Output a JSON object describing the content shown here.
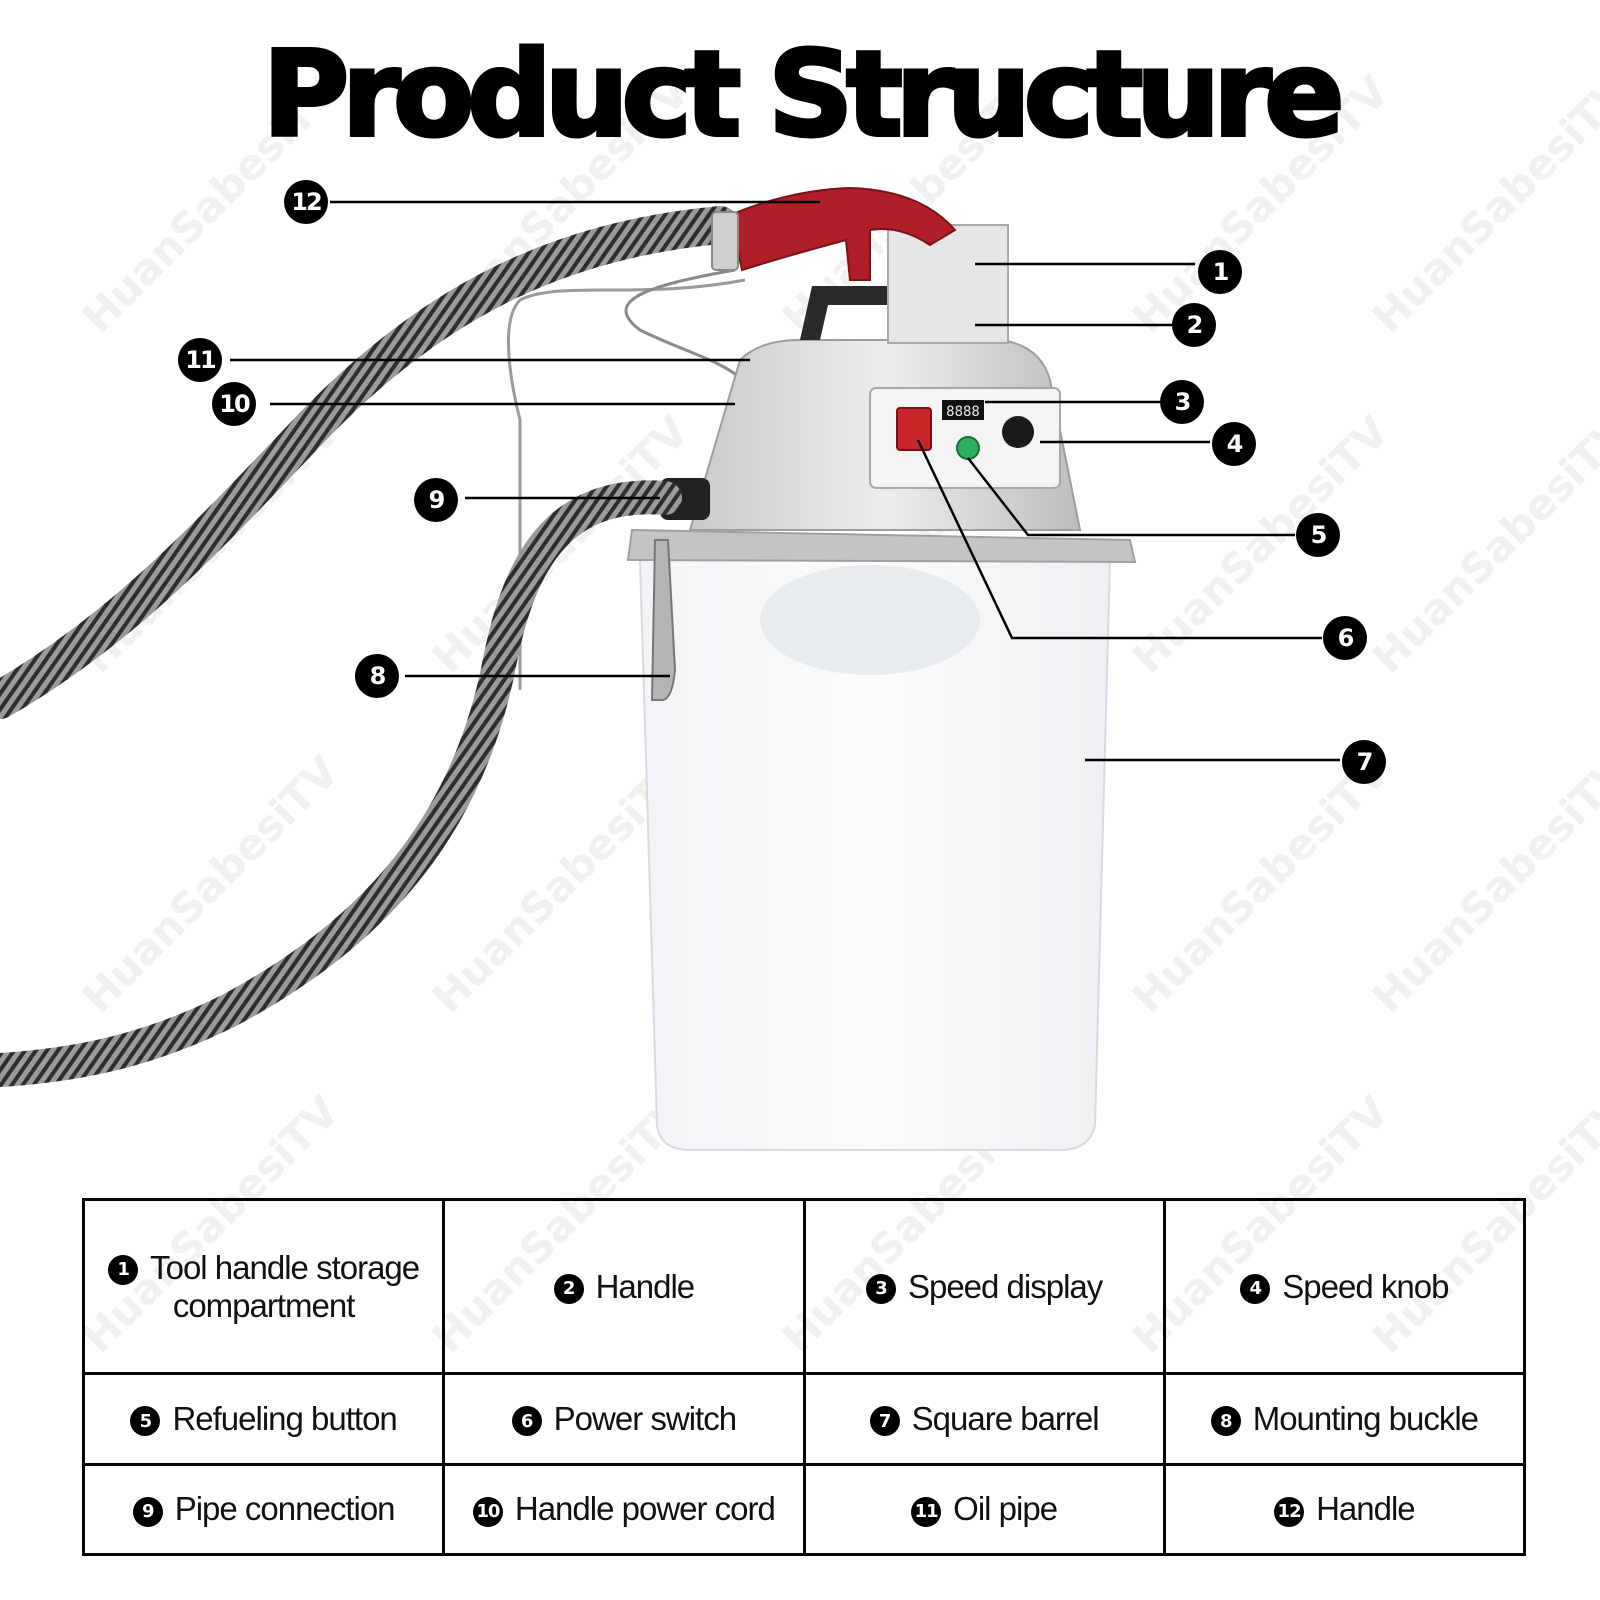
{
  "title": "Product Structure",
  "watermark": "HuanSabesiTV",
  "callouts": [
    "1",
    "2",
    "3",
    "4",
    "5",
    "6",
    "7",
    "8",
    "9",
    "10",
    "11",
    "12"
  ],
  "display_digits": "8888",
  "legend": [
    {
      "num": "1",
      "label": "Tool handle storage compartment"
    },
    {
      "num": "2",
      "label": "Handle"
    },
    {
      "num": "3",
      "label": "Speed display"
    },
    {
      "num": "4",
      "label": "Speed knob"
    },
    {
      "num": "5",
      "label": "Refueling button"
    },
    {
      "num": "6",
      "label": "Power switch"
    },
    {
      "num": "7",
      "label": "Square barrel"
    },
    {
      "num": "8",
      "label": "Mounting buckle"
    },
    {
      "num": "9",
      "label": "Pipe connection"
    },
    {
      "num": "10",
      "label": "Handle power cord"
    },
    {
      "num": "11",
      "label": "Oil pipe"
    },
    {
      "num": "12",
      "label": "Handle"
    }
  ],
  "colors": {
    "accent_red": "#b01e28",
    "body_grey": "#d9d9d9",
    "hose_grey": "#8a8a8a",
    "led_green": "#2fae5c"
  }
}
